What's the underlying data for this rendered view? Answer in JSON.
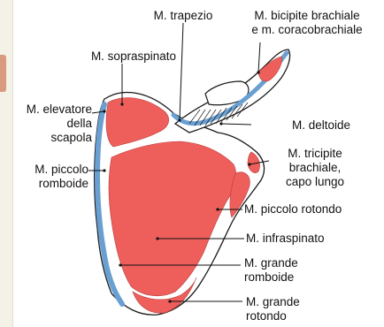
{
  "colors": {
    "muscle": "#ee5f5c",
    "muscle_edge": "#b43d3a",
    "ligament": "#6a9fd2",
    "bone_outline": "#1a1a1a",
    "leader": "#111111",
    "panel": "#f4f1e6"
  },
  "labels": {
    "trapezio": "M. trapezio",
    "bicipite_1": "M. bicipite brachiale",
    "bicipite_2": "e m. coracobrachiale",
    "sopraspinato": "M. sopraspinato",
    "elevatore_1": "M. elevatore",
    "elevatore_2": "della",
    "elevatore_3": "scapola",
    "deltoide": "M. deltoide",
    "piccolo_romboide_1": "M. piccolo",
    "piccolo_romboide_2": "romboide",
    "tricipite_1": "M. tricipite",
    "tricipite_2": "brachiale,",
    "tricipite_3": "capo lungo",
    "piccolo_rotondo": "M. piccolo rotondo",
    "infraspinato": "M. infraspinato",
    "grande_romboide_1": "M. grande",
    "grande_romboide_2": "romboide",
    "grande_rotondo_1": "M. grande",
    "grande_rotondo_2": "rotondo"
  }
}
